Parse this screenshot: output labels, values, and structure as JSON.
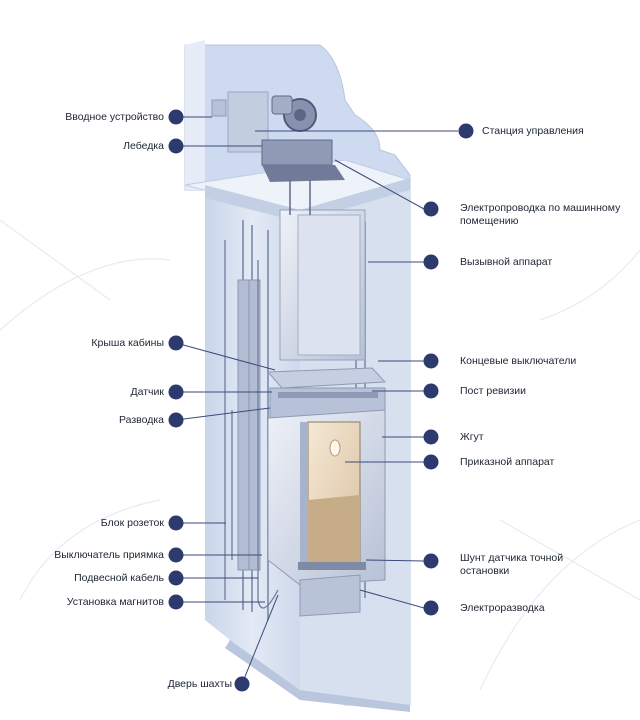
{
  "diagram": {
    "labels": {
      "vvodnoe": "Вводное устройство",
      "lebedka": "Лебедка",
      "krysha": "Крыша кабины",
      "datchik": "Датчик",
      "razvodka": "Разводка",
      "blok": "Блок розеток",
      "vykl": "Выключатель приямка",
      "podves": "Подвесной кабель",
      "magnity": "Установка магнитов",
      "dver": "Дверь шахты",
      "stanciya": "Станция управления",
      "elprov_1": "Электропроводка по машинному",
      "elprov_2": "помещению",
      "vyzyvnoi": "Вызывной аппарат",
      "konc": "Концевые выключатели",
      "post": "Пост ревизии",
      "zhgut": "Жгут",
      "prikaz": "Приказной аппарат",
      "shunt_1": "Шунт датчика точной",
      "shunt_2": "остановки",
      "elrazv": "Электроразводка"
    },
    "colors": {
      "marker": "#2c3a6e",
      "leader": "#3c4a7a",
      "shaft_fill": "#dbe3f1",
      "shaft_edge": "#b8c5de",
      "rail": "#8f9cb8",
      "cabin": "#c6cfe0"
    }
  }
}
